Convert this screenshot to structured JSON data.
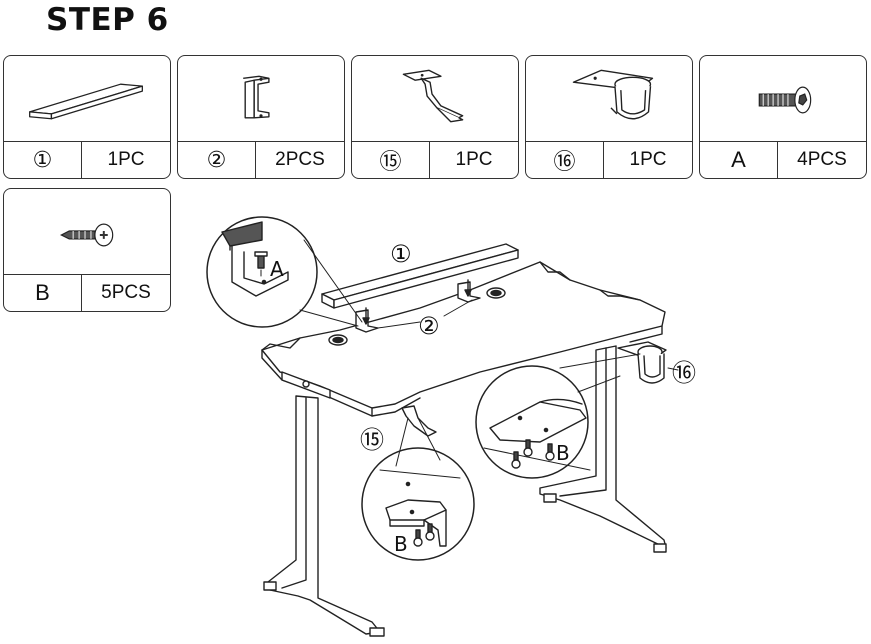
{
  "title": "STEP 6",
  "parts": [
    {
      "id": "①",
      "qty": "1PC",
      "icon": "board-icon"
    },
    {
      "id": "②",
      "qty": "2PCS",
      "icon": "bracket-icon"
    },
    {
      "id": "⑮",
      "qty": "1PC",
      "icon": "headphone-hook-icon"
    },
    {
      "id": "⑯",
      "qty": "1PC",
      "icon": "cup-holder-icon"
    },
    {
      "id": "A",
      "qty": "4PCS",
      "icon": "bolt-icon"
    },
    {
      "id": "B",
      "qty": "5PCS",
      "icon": "screw-icon"
    }
  ],
  "callouts": {
    "board": "①",
    "bracket": "②",
    "hook": "⑮",
    "cup": "⑯",
    "bolt": "A",
    "screw_left": "B",
    "screw_right": "B"
  }
}
